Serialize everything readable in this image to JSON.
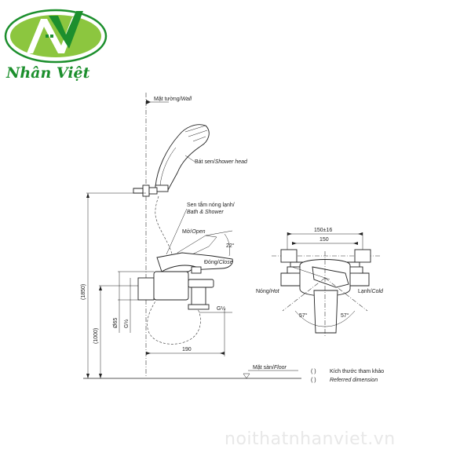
{
  "logo": {
    "brand_name": "Nhân Việt",
    "colors": {
      "green": "#1c8f2d",
      "light_green": "#8cc63f",
      "white": "#ffffff"
    }
  },
  "side_view": {
    "wall_label_vi": "Mặt tường/",
    "wall_label_en": "Wall",
    "shower_head_vi": "Bát sen/",
    "shower_head_en": "Shower head",
    "mixer_label_vi": "Sen tắm nóng lạnh/",
    "mixer_label_en": "Bath & Shower",
    "open_vi": "Mở/",
    "open_en": "Open",
    "close_vi": "Đóng/",
    "close_en": "Close",
    "angle": "22°",
    "floor_vi": "Mặt sàn/",
    "floor_en": "Floor",
    "dim_total_height": "(1850)",
    "dim_mixer_height": "(1000)",
    "dim_diameter": "Ø65",
    "dim_thread_vertical": "G½",
    "dim_thread_spout": "G½",
    "dim_projection": "190"
  },
  "front_view": {
    "dim_outer": "150±16",
    "dim_inner": "150",
    "hot_vi": "Nóng/",
    "hot_en": "Hot",
    "cold_vi": "Lạnh/",
    "cold_en": "Cold",
    "angle_left": "57°",
    "angle_right": "57°"
  },
  "legend": {
    "line1_paren": "(      )",
    "line1_text": "Kích thước tham khảo",
    "line2_paren": "(      )",
    "line2_text": "Referred dimension"
  },
  "watermark": "noithatnhanviet.vn"
}
